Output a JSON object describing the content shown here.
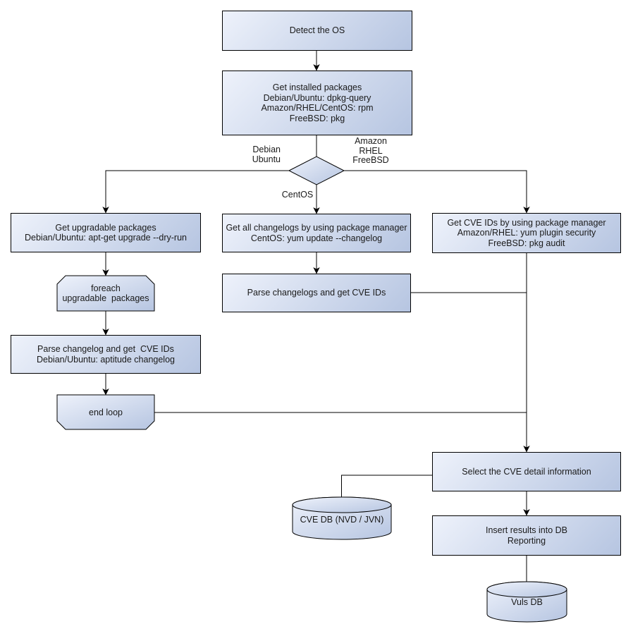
{
  "nodes": {
    "detect_os": "Detect the OS",
    "get_installed_packages": "Get installed packages\nDebian/Ubuntu: dpkg-query\nAmazon/RHEL/CentOS: rpm\nFreeBSD: pkg",
    "get_upgradable_packages": "Get upgradable packages\nDebian/Ubuntu: apt-get upgrade --dry-run",
    "foreach_loop": "foreach\nupgradable  packages",
    "parse_changelog_debian": "Parse changelog and get  CVE IDs\nDebian/Ubuntu: aptitude changelog",
    "end_loop": "end loop",
    "get_all_changelogs": "Get all changelogs by using package manager\nCentOS: yum update --changelog",
    "parse_changelogs_centos": "Parse changelogs and get CVE IDs",
    "get_cve_ids": "Get CVE IDs by using package manager\nAmazon/RHEL: yum plugin security\nFreeBSD: pkg audit",
    "select_cve_detail": "Select the CVE detail information",
    "cve_db": "CVE DB (NVD / JVN)",
    "insert_results": "Insert results into DB\nReporting",
    "vuls_db": "Vuls DB"
  },
  "branch_labels": {
    "debian_ubuntu": "Debian\nUbuntu",
    "amazon_rhel_freebsd": "Amazon\nRHEL\nFreeBSD",
    "centos": "CentOS"
  },
  "colors": {
    "node_fill_light": "#eef2fb",
    "node_fill_dark": "#b6c5e1",
    "border": "#000000",
    "text": "#1a1a1a",
    "background": "#ffffff"
  }
}
